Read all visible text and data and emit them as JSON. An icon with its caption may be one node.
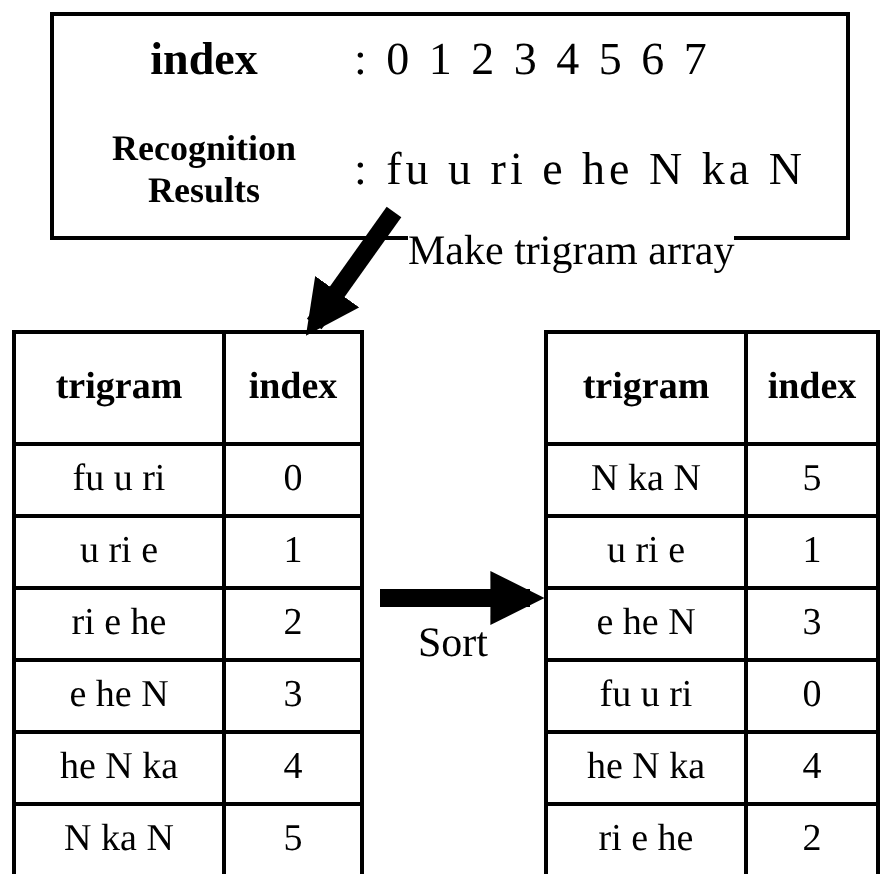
{
  "diagram": {
    "nodes": [
      {
        "text": [
          "index",
          ": 0 1 2 3 4 5 6 7",
          "Recognition Results",
          ": fu u ri e he N ka N"
        ]
      },
      {
        "text": [
          "trigram",
          "index",
          "fu u ri",
          "0",
          "u ri e",
          "1",
          "ri e he",
          "2",
          "e he N",
          "3",
          "he N ka",
          "4",
          "N ka N",
          "5"
        ]
      },
      {
        "text": [
          "trigram",
          "index",
          "N ka N",
          "5",
          "u ri e",
          "1",
          "e he N",
          "3",
          "fu u ri",
          "0",
          "he N ka",
          "4",
          "ri e he",
          "2"
        ]
      }
    ],
    "edges": [
      {
        "from": 0,
        "to": 1,
        "arrow": "to",
        "label": "Make trigram array"
      },
      {
        "from": 1,
        "to": 2,
        "arrow": "to",
        "label": "Sort"
      }
    ]
  }
}
